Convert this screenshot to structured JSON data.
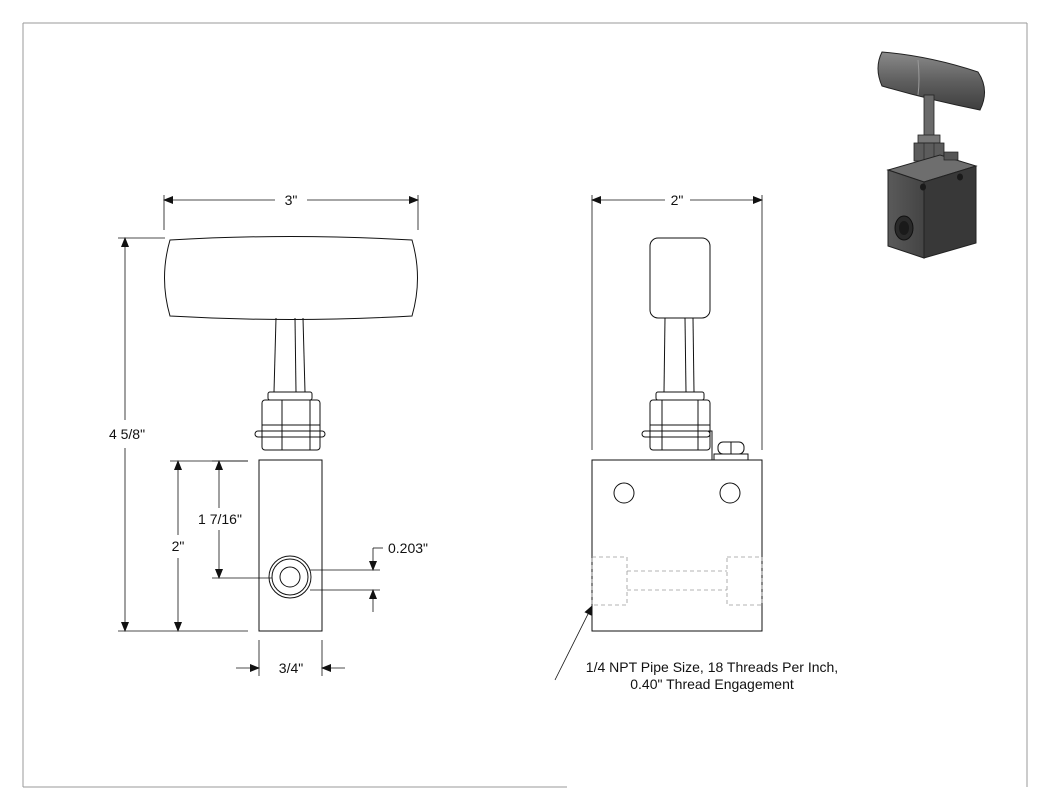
{
  "drawing": {
    "front_view": {
      "width_label": "3\"",
      "overall_height_label": "4 5/8\"",
      "body_height_label": "2\"",
      "port_height_label": "1 7/16\"",
      "port_offset_label": "0.203\"",
      "body_width_label": "3/4\""
    },
    "side_view": {
      "width_label": "2\""
    },
    "callout": {
      "line1": "1/4 NPT Pipe Size, 18 Threads Per Inch,",
      "line2": "0.40\" Thread Engagement"
    }
  }
}
